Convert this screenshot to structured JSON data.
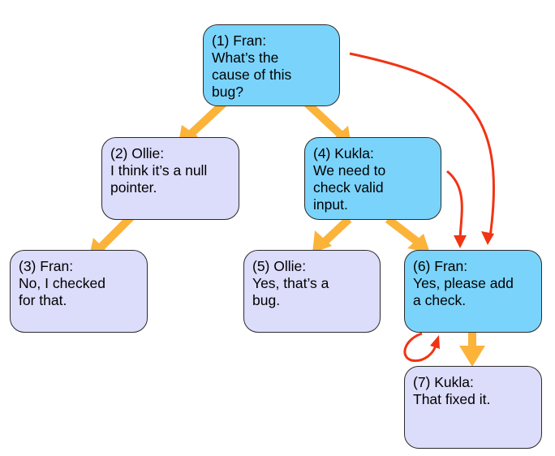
{
  "colors": {
    "highlight_fill": "#7ad3fb",
    "plain_fill": "#dcdcfb",
    "tree_arrow": "#fbb33a",
    "link_arrow": "#f03414"
  },
  "nodes": [
    {
      "id": 1,
      "lines": [
        "(1) Fran:",
        "What’s the",
        "cause of this",
        "bug?"
      ],
      "highlight": true
    },
    {
      "id": 2,
      "lines": [
        "(2) Ollie:",
        "I think it’s a null",
        "pointer."
      ],
      "highlight": false
    },
    {
      "id": 3,
      "lines": [
        "(3) Fran:",
        "No, I checked",
        "for that."
      ],
      "highlight": false
    },
    {
      "id": 4,
      "lines": [
        "(4) Kukla:",
        "We need to",
        "check valid",
        "input."
      ],
      "highlight": true
    },
    {
      "id": 5,
      "lines": [
        "(5) Ollie:",
        "Yes, that’s a",
        "bug."
      ],
      "highlight": false
    },
    {
      "id": 6,
      "lines": [
        "(6) Fran:",
        "Yes, please add",
        "a check."
      ],
      "highlight": true
    },
    {
      "id": 7,
      "lines": [
        "(7) Kukla:",
        "That fixed it."
      ],
      "highlight": false
    }
  ],
  "tree_edges": [
    {
      "from": 1,
      "to": 2
    },
    {
      "from": 1,
      "to": 4
    },
    {
      "from": 2,
      "to": 3
    },
    {
      "from": 4,
      "to": 5
    },
    {
      "from": 4,
      "to": 6
    },
    {
      "from": 6,
      "to": 7
    }
  ],
  "reference_links": [
    {
      "from": 1,
      "to": 6
    },
    {
      "from": 4,
      "to": 6
    },
    {
      "from": 6,
      "to": 6
    }
  ]
}
